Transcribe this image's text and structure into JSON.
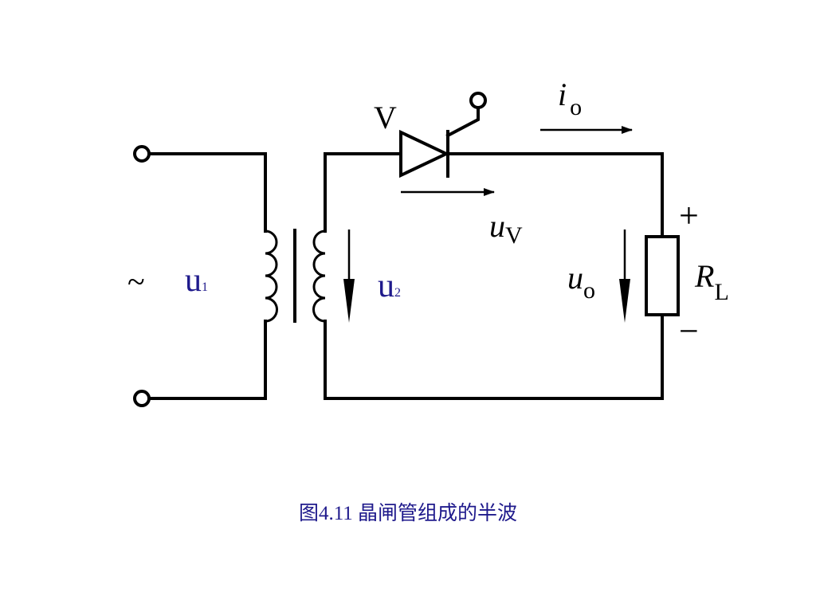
{
  "caption": "图4.11 晶闸管组成的半波",
  "labels": {
    "ac_source": "~",
    "u1_main": "u",
    "u1_sub": "1",
    "u2_main": "u",
    "u2_sub": "2",
    "thyristor": "V",
    "uv_main": "u",
    "uv_sub": "V",
    "io_main": "i",
    "io_sub": "o",
    "uo_main": "u",
    "uo_sub": "o",
    "rl_main": "R",
    "rl_sub": "L",
    "plus": "+",
    "minus": "−"
  },
  "colors": {
    "line": "#000000",
    "label_blue": "#1f1a8c"
  }
}
